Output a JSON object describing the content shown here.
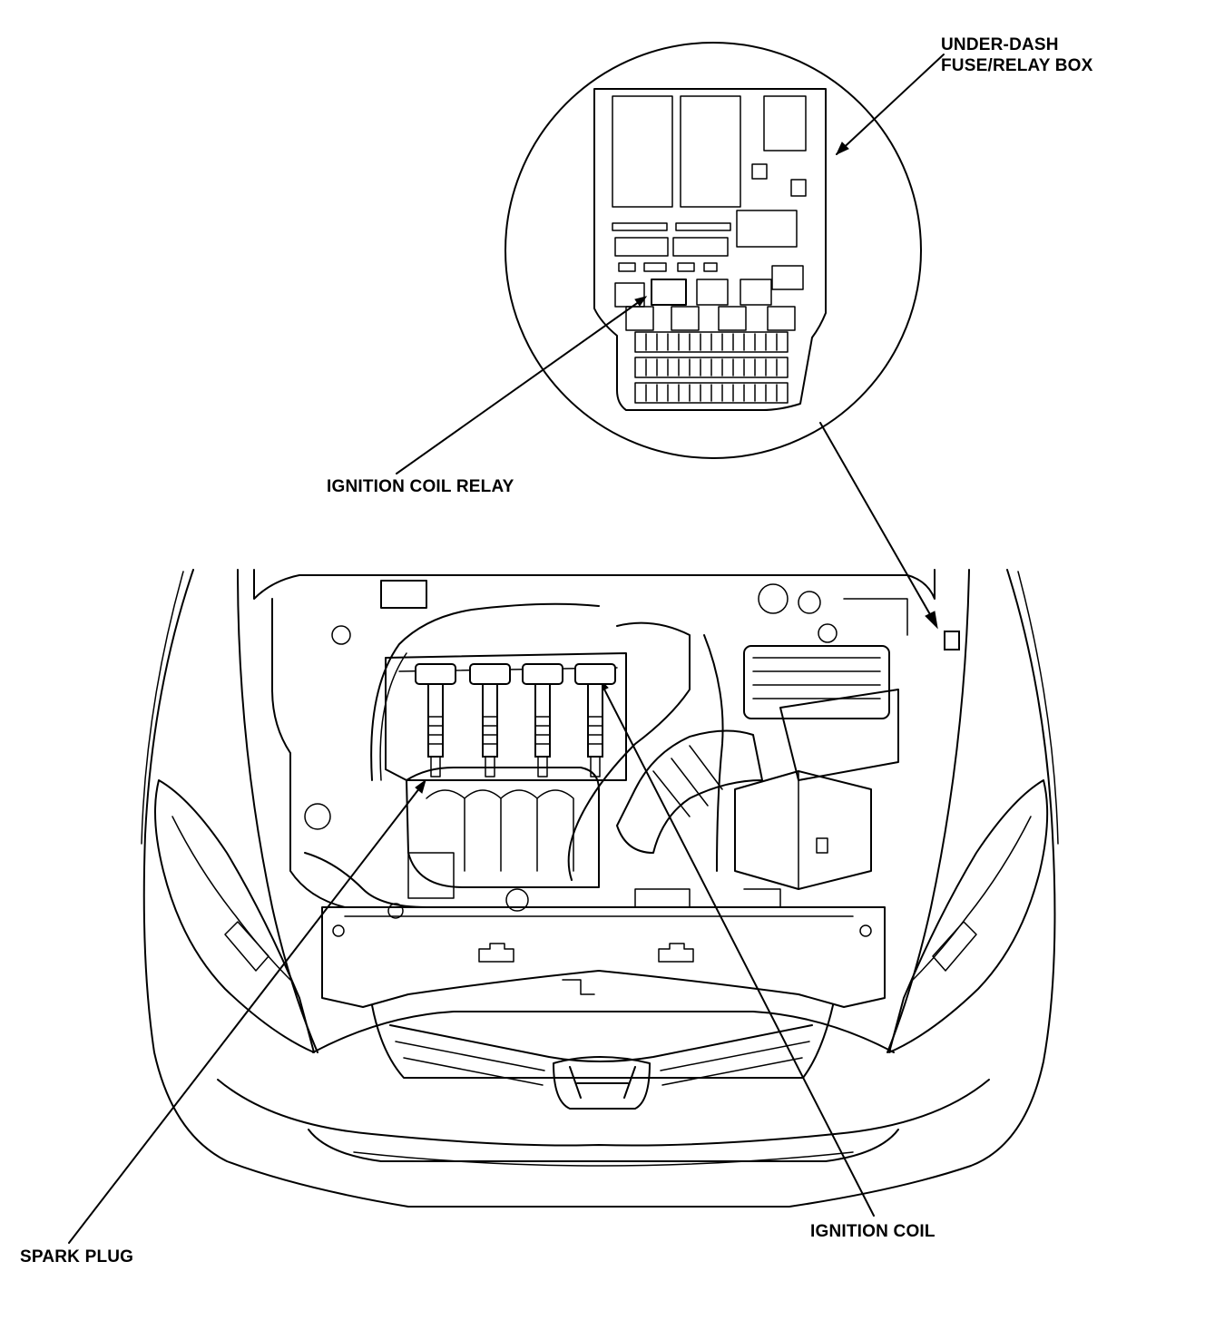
{
  "labels": {
    "fuse_box_line1": "UNDER-DASH",
    "fuse_box_line2": "FUSE/RELAY BOX",
    "ignition_coil_relay": "IGNITION COIL RELAY",
    "ignition_coil": "IGNITION COIL",
    "spark_plug": "SPARK PLUG"
  },
  "colors": {
    "line": "#000000",
    "background": "#ffffff"
  },
  "icons": {
    "brand_emblem": "honda-h-emblem-icon"
  }
}
